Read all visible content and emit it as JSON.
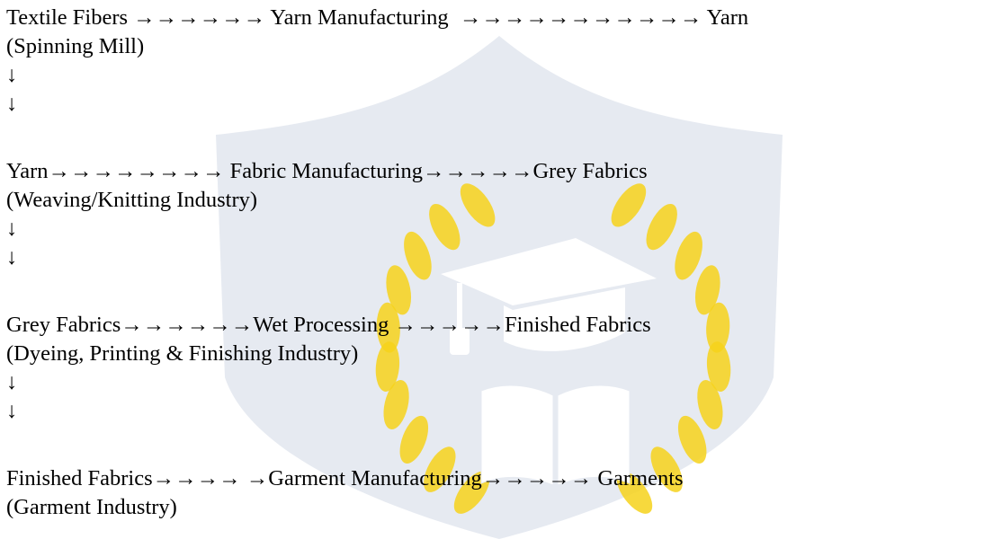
{
  "watermark": {
    "shield_color": "#e6eaf1",
    "laurel_color": "#f6d21b",
    "cap_color": "#ffffff",
    "book_color": "#ffffff"
  },
  "lines": [
    "Textile Fibers →→→→→→ Yarn Manufacturing  →→→→→→→→→→→ Yarn",
    "(Spinning Mill)",
    "↓",
    "↓",
    "Yarn→→→→→→→→ Fabric Manufacturing→→→→→Grey Fabrics",
    "(Weaving/Knitting Industry)",
    "↓",
    "↓",
    "Grey Fabrics→→→→→→Wet Processing →→→→→Finished Fabrics",
    "(Dyeing, Printing & Finishing Industry)",
    "↓",
    "↓",
    "Finished Fabrics→→→→ →Garment Manufacturing→→→→→ Garments",
    "(Garment Industry)"
  ]
}
